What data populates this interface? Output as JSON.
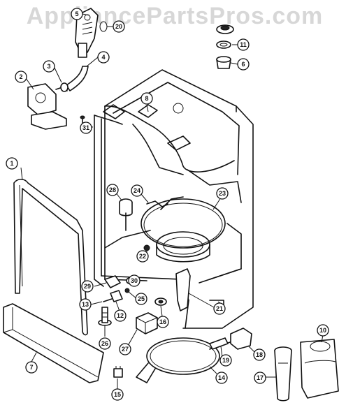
{
  "watermark": "AppliancePartsPros.com",
  "callouts": [
    {
      "id": "1",
      "label": "1"
    },
    {
      "id": "2",
      "label": "2"
    },
    {
      "id": "3",
      "label": "3"
    },
    {
      "id": "4",
      "label": "4"
    },
    {
      "id": "5",
      "label": "5"
    },
    {
      "id": "6",
      "label": "6"
    },
    {
      "id": "7",
      "label": "7"
    },
    {
      "id": "8",
      "label": "8"
    },
    {
      "id": "10",
      "label": "10"
    },
    {
      "id": "11",
      "label": "11"
    },
    {
      "id": "12",
      "label": "12"
    },
    {
      "id": "13",
      "label": "13"
    },
    {
      "id": "14",
      "label": "14"
    },
    {
      "id": "15",
      "label": "15"
    },
    {
      "id": "16",
      "label": "16"
    },
    {
      "id": "17",
      "label": "17"
    },
    {
      "id": "18",
      "label": "18"
    },
    {
      "id": "19",
      "label": "19"
    },
    {
      "id": "20",
      "label": "20"
    },
    {
      "id": "21",
      "label": "21"
    },
    {
      "id": "22",
      "label": "22"
    },
    {
      "id": "23",
      "label": "23"
    },
    {
      "id": "24",
      "label": "24"
    },
    {
      "id": "25",
      "label": "25"
    },
    {
      "id": "26",
      "label": "26"
    },
    {
      "id": "27",
      "label": "27"
    },
    {
      "id": "28",
      "label": "28"
    },
    {
      "id": "29",
      "label": "29"
    },
    {
      "id": "30",
      "label": "30"
    },
    {
      "id": "31",
      "label": "31"
    }
  ]
}
